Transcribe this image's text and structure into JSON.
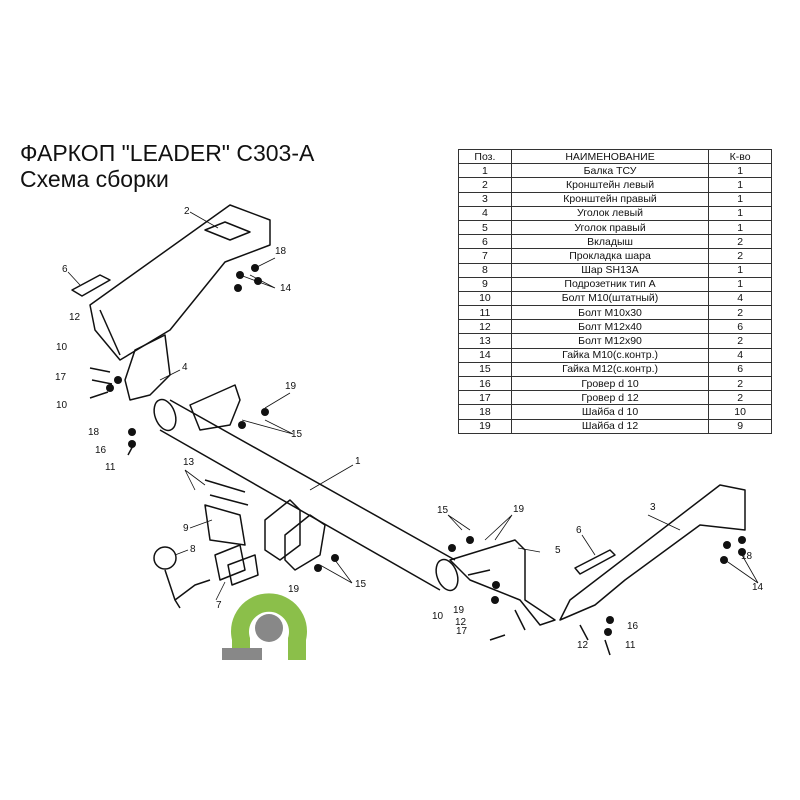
{
  "header": {
    "title": "ФАРКОП  \"LEADER\" С303-А",
    "subtitle": "Схема сборки"
  },
  "table": {
    "headers": [
      "Поз.",
      "НАИМЕНОВАНИЕ",
      "К-во"
    ],
    "rows": [
      [
        "1",
        "Балка ТСУ",
        "1"
      ],
      [
        "2",
        "Кронштейн левый",
        "1"
      ],
      [
        "3",
        "Кронштейн правый",
        "1"
      ],
      [
        "4",
        "Уголок левый",
        "1"
      ],
      [
        "5",
        "Уголок правый",
        "1"
      ],
      [
        "6",
        "Вкладыш",
        "2"
      ],
      [
        "7",
        "Прокладка шара",
        "2"
      ],
      [
        "8",
        "Шар SH13A",
        "1"
      ],
      [
        "9",
        "Подрозетник тип А",
        "1"
      ],
      [
        "10",
        "Болт М10(штатный)",
        "4"
      ],
      [
        "11",
        "Болт М10х30",
        "2"
      ],
      [
        "12",
        "Болт М12х40",
        "6"
      ],
      [
        "13",
        "Болт М12х90",
        "2"
      ],
      [
        "14",
        "Гайка  М10(с.контр.)",
        "4"
      ],
      [
        "15",
        "Гайка М12(с.контр.)",
        "6"
      ],
      [
        "16",
        "Гровер d 10",
        "2"
      ],
      [
        "17",
        "Гровер d 12",
        "2"
      ],
      [
        "18",
        "Шайба d 10",
        "10"
      ],
      [
        "19",
        "Шайба d 12",
        "9"
      ]
    ]
  },
  "callouts": [
    "1",
    "2",
    "3",
    "4",
    "5",
    "6",
    "6",
    "7",
    "8",
    "9",
    "10",
    "10",
    "10",
    "11",
    "11",
    "12",
    "12",
    "12",
    "13",
    "14",
    "14",
    "15",
    "15",
    "15",
    "16",
    "16",
    "17",
    "17",
    "18",
    "18",
    "18",
    "19",
    "19",
    "19",
    "19"
  ],
  "colors": {
    "line": "#111111",
    "logo_green": "#8bbf4a",
    "logo_gray": "#888888"
  }
}
